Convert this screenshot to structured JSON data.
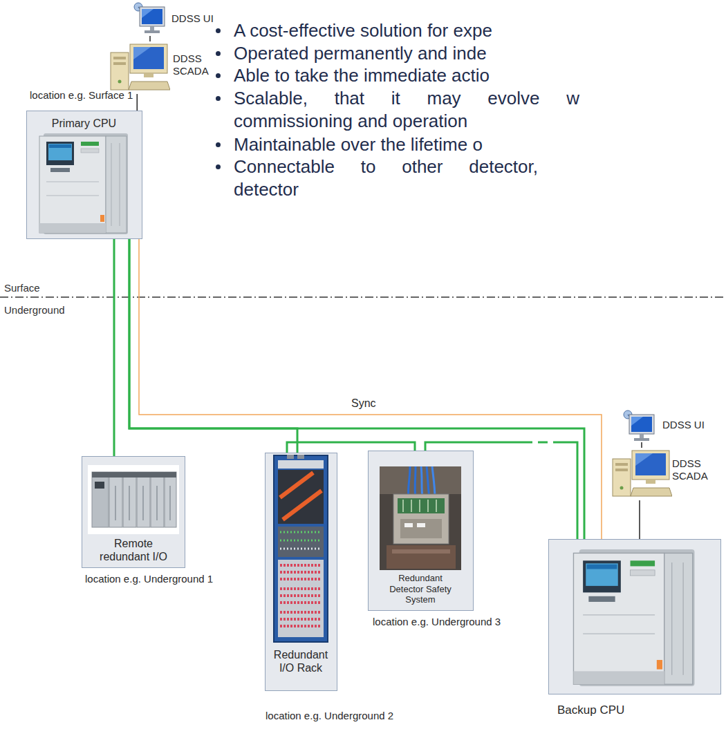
{
  "diagram": {
    "nodes": [
      {
        "text": [
          "DDSS UI"
        ]
      },
      {
        "text": [
          "DDSS SCADA"
        ]
      },
      {
        "text": [
          "Primary CPU",
          "location e.g. Surface 1"
        ]
      },
      {
        "text": [
          "DDSS UI"
        ]
      },
      {
        "text": [
          "DDSS SCADA"
        ]
      },
      {
        "text": [
          "Remote redundant I/O",
          "location e.g. Underground 1"
        ]
      },
      {
        "text": [
          "Redundant I/O Rack",
          "location e.g. Underground 2"
        ]
      },
      {
        "text": [
          "Redundant Detector Safety System",
          "location e.g. Underground 3"
        ]
      },
      {
        "text": [
          "Backup CPU"
        ]
      }
    ],
    "edges": [
      {
        "from": 0,
        "to": 1,
        "arrow": "none"
      },
      {
        "from": 1,
        "to": 2,
        "arrow": "none"
      },
      {
        "from": 2,
        "to": 5,
        "arrow": "none"
      },
      {
        "from": 2,
        "to": 6,
        "arrow": "none"
      },
      {
        "from": 2,
        "to": 8,
        "arrow": "none"
      },
      {
        "from": 6,
        "to": 7,
        "arrow": "none"
      },
      {
        "from": 7,
        "to": 8,
        "arrow": "none"
      },
      {
        "from": 2,
        "to": 8,
        "label": "Sync",
        "arrow": "none"
      },
      {
        "from": 3,
        "to": 4,
        "arrow": "none"
      },
      {
        "from": 4,
        "to": 8,
        "arrow": "none"
      }
    ],
    "labels": [
      "A cost-effective solution for expe",
      "Operated permanently and inde",
      "Able to take the immediate actio",
      "Scalable, that it may evolve w commissioning and operation",
      "Maintainable over the lifetime o",
      "Connectable to other detector, detector",
      "Surface",
      "Underground"
    ]
  }
}
